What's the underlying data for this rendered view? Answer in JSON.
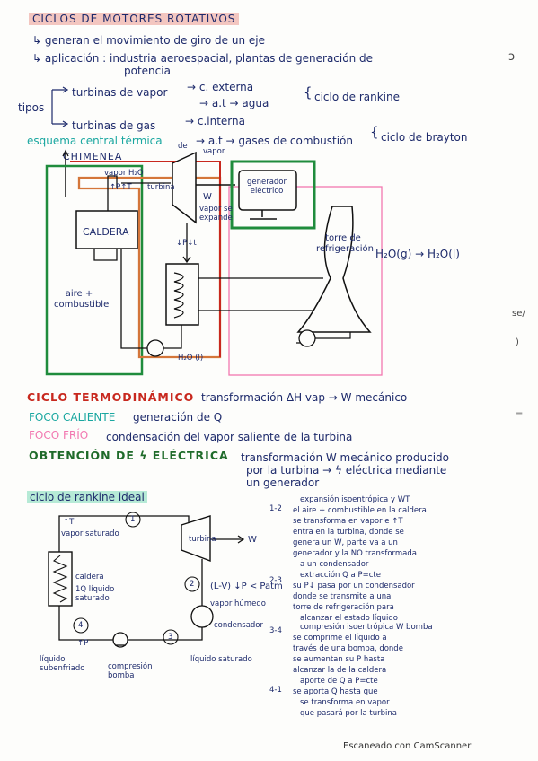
{
  "heading": {
    "title": "CICLOS DE MOTORES ROTATIVOS",
    "line1": "↳ generan el movimiento de giro de un eje",
    "line2a": "↳ aplicación : industria aeroespacial, plantas de generación de",
    "line2b": "potencia",
    "side_mark": "ↄ"
  },
  "tipos": {
    "label": "tipos",
    "vapor": "turbinas de vapor",
    "vapor_ext": "→ c. externa",
    "vapor_at": "→ a.t → agua",
    "vapor_cycle": "ciclo de rankine",
    "gas": "turbinas de gas",
    "gas_int": "→ c.interna",
    "gas_gases": "→ a.t → gases de combustión",
    "gas_vapor": "vapor",
    "gas_cycle": "ciclo de brayton"
  },
  "esquema": {
    "label": "esquema central térmica",
    "de": "de",
    "chimenea": "CHIMENEA",
    "vapor_h2o": "vapor H₂O",
    "ppt": "↑P↑T",
    "turbina": "turbina",
    "w": "W",
    "vapor_se_expande": "vapor se expande",
    "generador": "generador eléctrico",
    "caldera": "CALDERA",
    "pte": "↓P↓t",
    "torre": "torre de refrigeración",
    "h2o_eq": "H₂O(g) → H₂O(l)",
    "aire": "aire + combustible",
    "h2o_l": "H₂O (l)",
    "side_a": "se/",
    "side_b": ")"
  },
  "ciclo": {
    "title": "CICLO TERMODINÁMICO",
    "desc": "transformación ΔH vap → W mecánico",
    "caliente_label": "FOCO CALIENTE",
    "caliente_desc": "generación de Q",
    "frio_label": "FOCO FRÍO",
    "frio_desc": "condensación del vapor saliente de la turbina",
    "side_mark": "="
  },
  "obtencion": {
    "title": "OBTENCIÓN DE ϟ ELÉCTRICA",
    "line1": "transformación W mecánico producido",
    "line2": "por la turbina → ϟ eléctrica mediante",
    "line3": "un generador"
  },
  "rankine": {
    "title": "ciclo de rankine ideal",
    "up_t": "↑T",
    "vapor_saturado": "vapor saturado",
    "n1": "1",
    "n2": "2",
    "n3": "3",
    "n4": "4",
    "turbina": "turbina",
    "w": "W",
    "caldera": "caldera",
    "q": "1Q líquido saturado",
    "lv": "(L-V) ↓P < Patm",
    "vapor_humedo": "vapor húmedo",
    "condensador": "condensador",
    "up_p": "↑P",
    "liquido_sub": "líquido subenfriado",
    "compresion": "compresión bomba",
    "liquido_sat": "líquido saturado"
  },
  "steps": {
    "l1": "expansión isoentrópica y WT",
    "l2": "el aire + combustible en la caldera",
    "l3": "se transforma en vapor e ↑T",
    "l4": "entra en la turbina, donde se",
    "l5": "genera un W, parte va a un",
    "l6": "generador y la NO transformada",
    "l7": "a un condensador",
    "l8": "extracción Q a P=cte",
    "l9": "su P↓ pasa por un condensador",
    "l10": "donde se transmite a una",
    "l11": "torre de refrigeración para",
    "l12": "alcanzar el estado líquido",
    "l13": "compresión isoentrópica W bomba",
    "l14": "se comprime el líquido a",
    "l15": "través de una bomba, donde",
    "l16": "se aumentan su P hasta",
    "l17": "alcanzar la de la caldera",
    "l18": "aporte de Q a P=cte",
    "l19": "se aporta Q hasta que",
    "l20": "se transforma en vapor",
    "l21": "que pasará por la turbina",
    "n12": "1-2",
    "n23": "2-3",
    "n34": "3-4",
    "n41": "4-1"
  },
  "footer": {
    "scanner": "Escaneado con CamScanner"
  }
}
